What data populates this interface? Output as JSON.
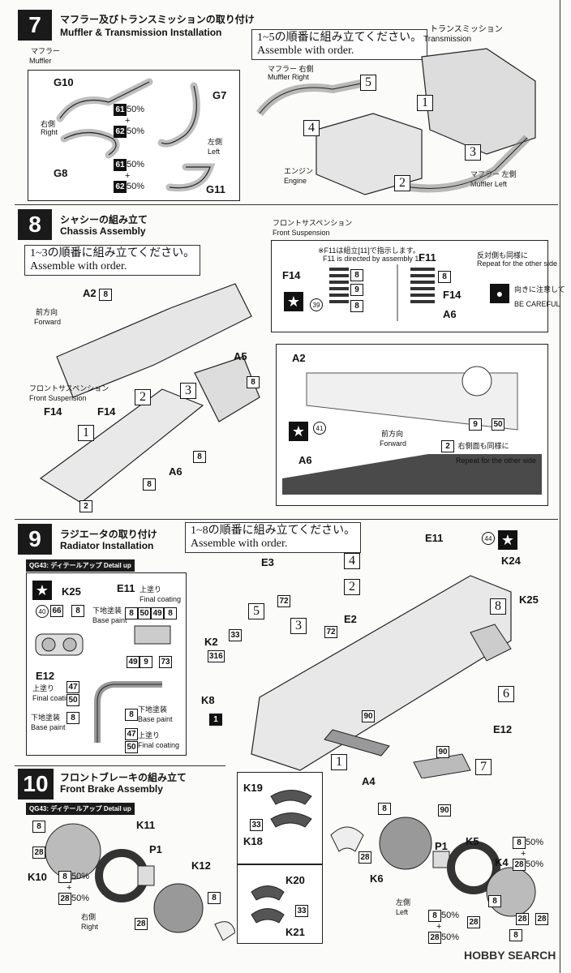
{
  "step7": {
    "number": "7",
    "title_jp": "マフラー及びトランスミッションの取り付け",
    "title_en": "Muffler & Transmission Installation",
    "muffler_jp": "マフラー",
    "muffler_en": "Muffler",
    "right_jp": "右側",
    "right_en": "Right",
    "left_jp": "左側",
    "left_en": "Left",
    "g10": "G10",
    "g8": "G8",
    "g7": "G7",
    "g11": "G11",
    "pct_a": "61",
    "pct_a_val": "50%",
    "pct_b": "62",
    "pct_b_val": "50%",
    "order_jp": "1~5の順番に組み立てください。",
    "order_en": "Assemble with order.",
    "trans_jp": "トランスミッション",
    "trans_en": "Transmission",
    "engine_jp": "エンジン",
    "engine_en": "Engine",
    "muffler_right_jp": "マフラー 右側",
    "muffler_right_en": "Muffler Right",
    "muffler_left_jp": "マフラー 左側",
    "muffler_left_en": "Muffler Left",
    "seq": [
      "1",
      "2",
      "3",
      "4",
      "5"
    ]
  },
  "step8": {
    "number": "8",
    "title_jp": "シャシーの組み立て",
    "title_en": "Chassis Assembly",
    "order_jp": "1~3の順番に組み立てください。",
    "order_en": "Assemble with order.",
    "a2": "A2",
    "a5": "A5",
    "a6": "A6",
    "f14": "F14",
    "f11": "F11",
    "paint8": "8",
    "paint9": "9",
    "paint50": "50",
    "paint2": "2",
    "forward_jp": "前方向",
    "forward_en": "Forward",
    "fs_jp": "フロントサスペンション",
    "fs_en": "Front Suspension",
    "f11_note_jp": "※F11は組立[11]で指示します。",
    "f11_note_en": "F11 is directed by assembly 11.",
    "repeat_jp": "反対側も同様に",
    "repeat_en": "Repeat for the other side",
    "careful_jp": "向きに注意して",
    "careful_en": "BE CAREFUL",
    "repeat2_jp": "右側面も同様に",
    "repeat2_en": "Repeat for the other side",
    "c39": "39",
    "c41": "41"
  },
  "step9": {
    "number": "9",
    "title_jp": "ラジエータの取り付け",
    "title_en": "Radiator Installation",
    "qg": "QG43",
    "detail_jp": "ディテールアップ",
    "detail_en": "Detail up",
    "order_jp": "1~8の順番に組み立てください。",
    "order_en": "Assemble with order.",
    "k25": "K25",
    "e11": "E11",
    "e12": "E12",
    "e3": "E3",
    "e2": "E2",
    "k2": "K2",
    "k8": "K8",
    "k24": "K24",
    "a4": "A4",
    "final_jp": "上塗り",
    "final_en": "Final coating",
    "base_jp": "下地塗装",
    "base_en": "Base paint",
    "c40": "40",
    "c44": "44",
    "p66": "66",
    "p49": "49",
    "p73": "73",
    "p47": "47",
    "p72": "72",
    "p33": "33",
    "p316": "316",
    "p90": "90",
    "p1": "1",
    "seq": [
      "1",
      "2",
      "3",
      "4",
      "5",
      "6",
      "7",
      "8"
    ]
  },
  "step10": {
    "number": "10",
    "title_jp": "フロントブレーキの組み立て",
    "title_en": "Front Brake Assembly",
    "qg": "QG43",
    "detail_jp": "ディテールアップ",
    "detail_en": "Detail up",
    "k11": "K11",
    "k10": "K10",
    "k12": "K12",
    "p1": "P1",
    "k19": "K19",
    "k18": "K18",
    "k20": "K20",
    "k21": "K21",
    "k6": "K6",
    "k5": "K5",
    "k4": "K4",
    "right_jp": "右側",
    "right_en": "Right",
    "left_jp": "左側",
    "left_en": "Left",
    "p28": "28",
    "pct": "50%",
    "p33": "33",
    "p8": "8"
  },
  "watermark": "HOBBY SEARCH"
}
